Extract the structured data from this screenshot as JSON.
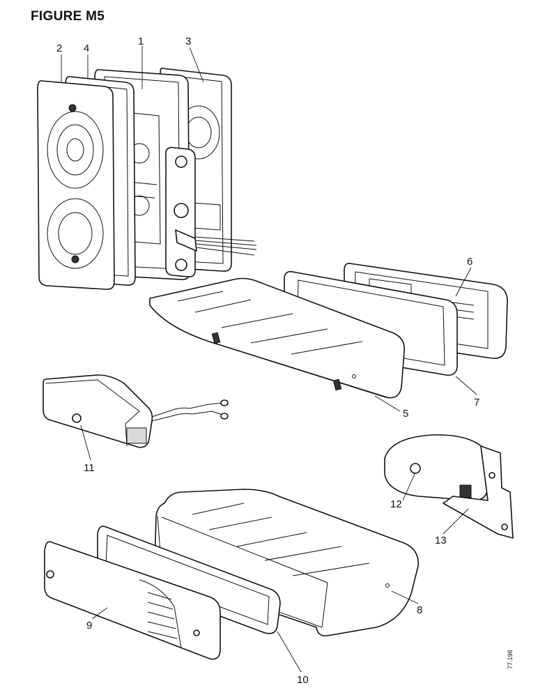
{
  "figure": {
    "title": "FIGURE M5",
    "code": "77.198"
  },
  "labels": {
    "l1": "1",
    "l2": "2",
    "l3": "3",
    "l4": "4",
    "l5": "5",
    "l6": "6",
    "l7": "7",
    "l8": "8",
    "l9": "9",
    "l10": "10",
    "l11": "11",
    "l12": "12",
    "l13": "13"
  }
}
